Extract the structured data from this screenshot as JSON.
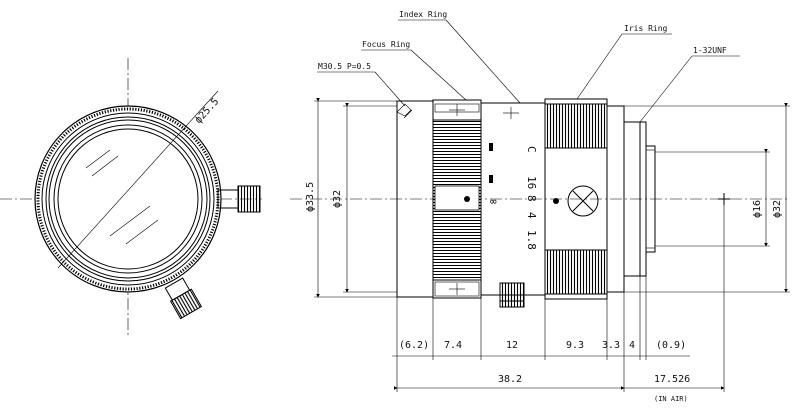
{
  "labels": {
    "index_ring": "Index Ring",
    "iris_ring": "Iris Ring",
    "focus_ring": "Focus Ring",
    "thread": "M30.5 P=0.5",
    "mount": "1-32UNF",
    "in_air": "(IN AIR)"
  },
  "dims": {
    "front_dia": "ϕ25.5",
    "body_dia": "ϕ33.5",
    "inner_dia": "ϕ32",
    "rear_dia_small": "ϕ16",
    "rear_dia": "ϕ32",
    "seg1": "(6.2)",
    "seg2": "7.4",
    "seg3": "12",
    "seg4": "9.3",
    "seg5": "3.3",
    "seg6": "4",
    "seg7": "(0.9)",
    "total": "38.2",
    "back_focus": "17.526"
  },
  "markings": {
    "focus_c": "C",
    "iris_16": "16",
    "iris_8": "8",
    "iris_4": "4",
    "iris_18": "1.8",
    "infinity": "∞"
  },
  "colors": {
    "line": "#000000",
    "fill": "#ffffff"
  }
}
